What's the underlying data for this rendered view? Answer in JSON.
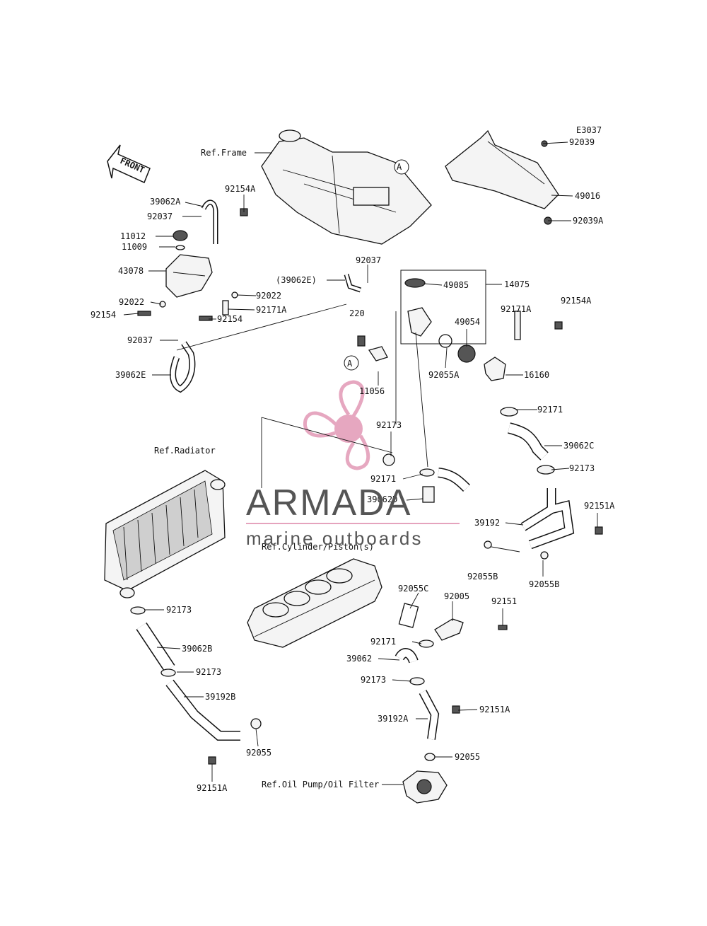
{
  "diagram_code": "E3037",
  "front_label": "FRONT",
  "watermark": {
    "brand": "ARMADA",
    "tagline": "marine outboards",
    "color": "#e8a0b8"
  },
  "refs": {
    "frame": "Ref.Frame",
    "radiator": "Ref.Radiator",
    "cylinder": "Ref.Cylinder/Piston(s)",
    "oil_pump": "Ref.Oil Pump/Oil Filter"
  },
  "callout_a": "A",
  "parts": {
    "p92039": "92039",
    "p49016": "49016",
    "p92039A": "92039A",
    "p92154A_top": "92154A",
    "p39062A": "39062A",
    "p92037_top": "92037",
    "p11012": "11012",
    "p11009": "11009",
    "p43078": "43078",
    "p92022_left": "92022",
    "p92022_right": "92022",
    "p92154_left": "92154",
    "p92171A_left": "92171A",
    "p92154_mid": "92154",
    "p92037_low": "92037",
    "p39062E": "39062E",
    "p39062E_paren": "(39062E)",
    "p92037_mid": "92037",
    "p49085": "49085",
    "p14075": "14075",
    "p220": "220",
    "p49054": "49054",
    "p92171A_right": "92171A",
    "p92154A_right": "92154A",
    "p92055A": "92055A",
    "p16160": "16160",
    "p11056": "11056",
    "p92171_right": "92171",
    "p92173_center": "92173",
    "p39062C": "39062C",
    "p92171_center": "92171",
    "p92173_right": "92173",
    "p39062D": "39062D",
    "p92151A_right": "92151A",
    "p39192": "39192",
    "p92055B_left": "92055B",
    "p92055B_right": "92055B",
    "p92055C": "92055C",
    "p92005": "92005",
    "p92151": "92151",
    "p92171_low": "92171",
    "p39062": "39062",
    "p92173_low": "92173",
    "p39192A": "39192A",
    "p92151A_low": "92151A",
    "p92055_low": "92055",
    "p92173_rad1": "92173",
    "p39062B": "39062B",
    "p92173_rad2": "92173",
    "p39192B": "39192B",
    "p92055_left": "92055",
    "p92151A_left": "92151A"
  }
}
